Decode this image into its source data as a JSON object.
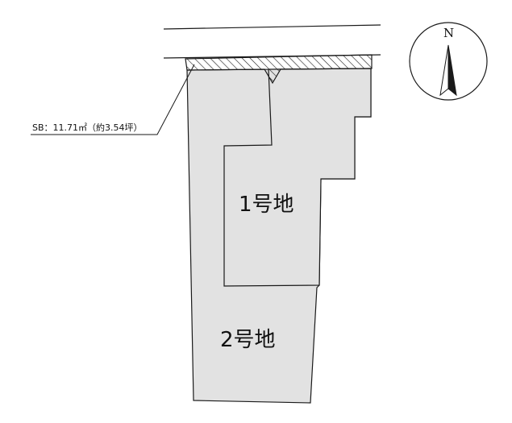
{
  "setback_label": "SB：11.71㎡（約3.54坪）",
  "lots": [
    {
      "name": "lot-1",
      "label": "1号地"
    },
    {
      "name": "lot-2",
      "label": "2号地"
    }
  ],
  "compass": {
    "north_label": "N"
  },
  "colors": {
    "lot_fill": "#e2e2e2",
    "line": "#1a1a1a",
    "hatch": "#1a1a1a"
  }
}
